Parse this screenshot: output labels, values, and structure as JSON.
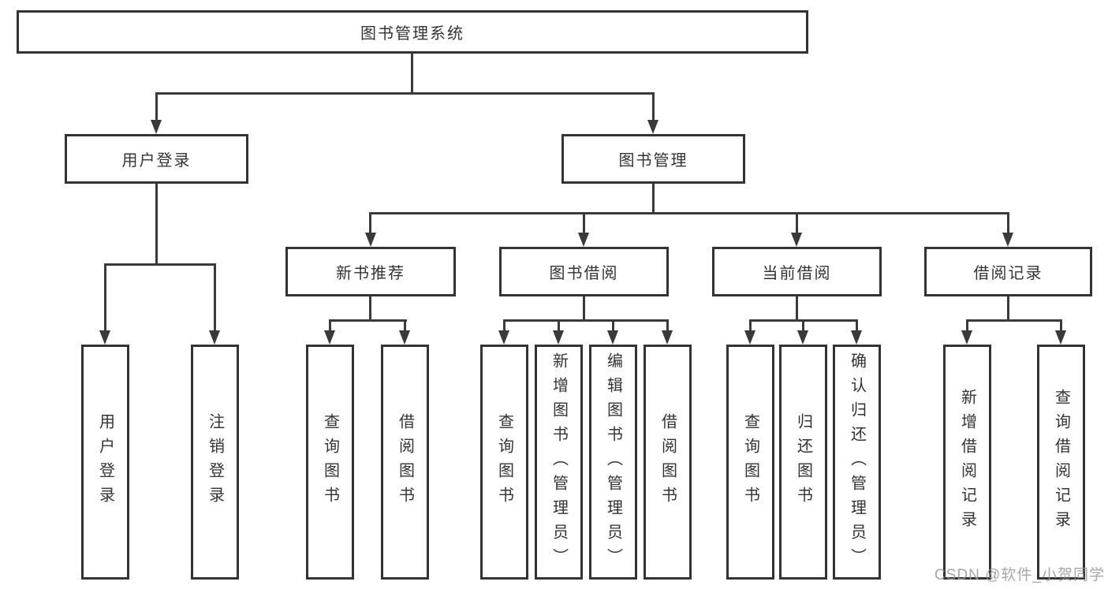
{
  "diagram": {
    "type": "tree",
    "title": "图书管理系统",
    "watermark": "CSDN @软件_小贺同学",
    "colors": {
      "line": "#3a3a3a",
      "box_border": "#333333",
      "text": "#333333",
      "background": "#ffffff",
      "watermark": "#969696"
    },
    "nodes": {
      "root": "图书管理系统",
      "user_login": "用户登录",
      "book_mgmt": "图书管理",
      "new_book_rec": "新书推荐",
      "book_borrow": "图书借阅",
      "current_borrow": "当前借阅",
      "borrow_records": "借阅记录",
      "leaf_user_login": "用户登录",
      "leaf_logout": "注销登录",
      "leaf_query_book_a": "查询图书",
      "leaf_borrow_book_a": "借阅图书",
      "leaf_query_book_b": "查询图书",
      "leaf_add_book": "新增图书（管理员）",
      "leaf_edit_book": "编辑图书（管理员）",
      "leaf_borrow_book_b": "借阅图书",
      "leaf_query_book_c": "查询图书",
      "leaf_return_book": "归还图书",
      "leaf_confirm_return": "确认归还（管理员）",
      "leaf_add_record": "新增借阅记录",
      "leaf_query_record": "查询借阅记录"
    },
    "structure": {
      "图书管理系统": {
        "用户登录": [
          "用户登录",
          "注销登录"
        ],
        "图书管理": {
          "新书推荐": [
            "查询图书",
            "借阅图书"
          ],
          "图书借阅": [
            "查询图书",
            "新增图书（管理员）",
            "编辑图书（管理员）",
            "借阅图书"
          ],
          "当前借阅": [
            "查询图书",
            "归还图书",
            "确认归还（管理员）"
          ],
          "借阅记录": [
            "新增借阅记录",
            "查询借阅记录"
          ]
        }
      }
    }
  }
}
